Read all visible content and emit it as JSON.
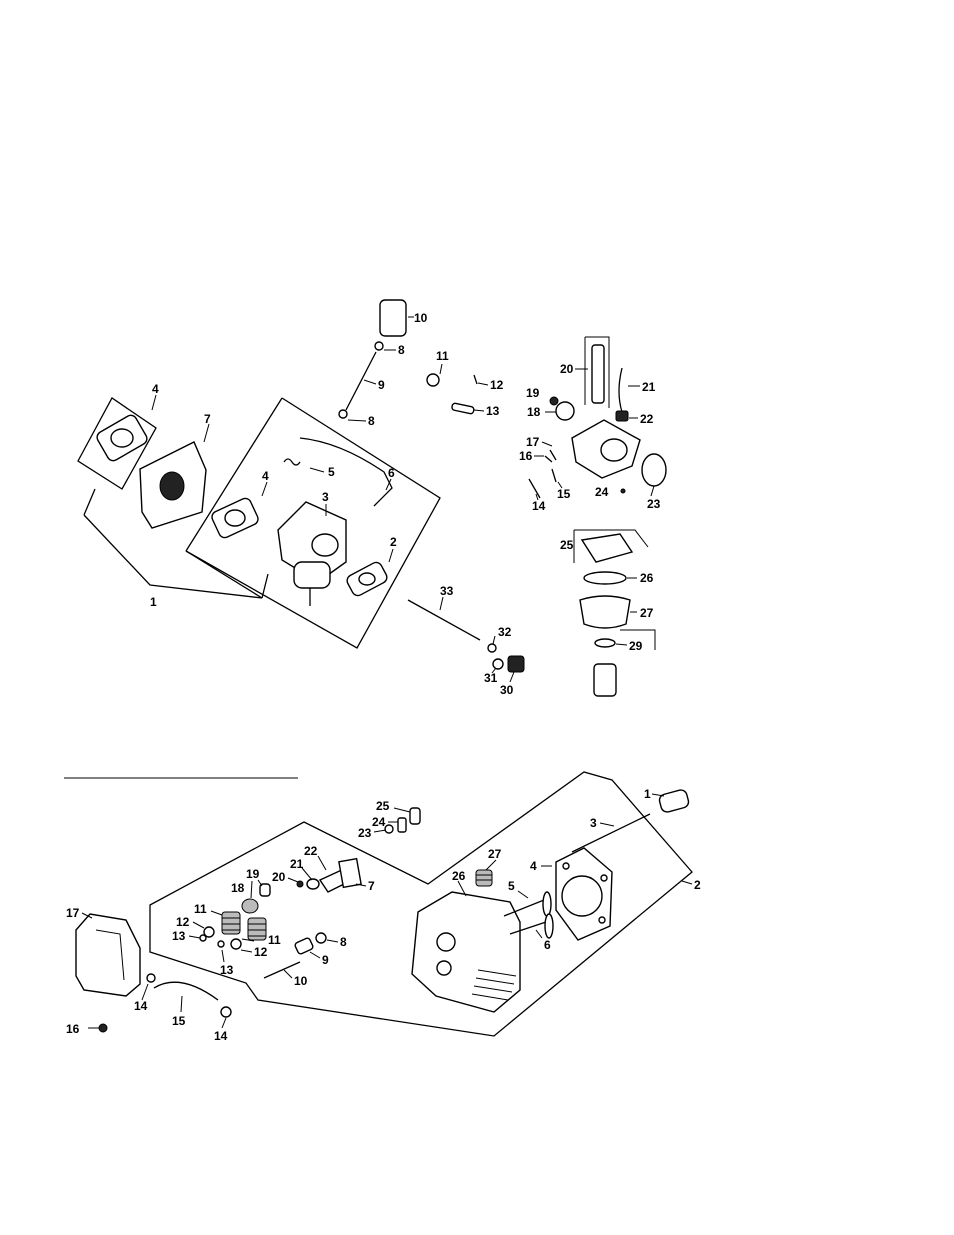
{
  "top_diagram": {
    "labels": [
      "1",
      "2",
      "3",
      "4",
      "4",
      "5",
      "6",
      "7",
      "8",
      "8",
      "9",
      "10",
      "11",
      "12",
      "13",
      "14",
      "15",
      "16",
      "17",
      "18",
      "19",
      "20",
      "21",
      "22",
      "23",
      "24",
      "25",
      "26",
      "27",
      "29",
      "30",
      "31",
      "32",
      "33"
    ]
  },
  "bottom_diagram": {
    "labels": [
      "1",
      "2",
      "3",
      "4",
      "5",
      "6",
      "7",
      "8",
      "9",
      "10",
      "11",
      "11",
      "12",
      "12",
      "13",
      "13",
      "14",
      "14",
      "15",
      "16",
      "17",
      "18",
      "19",
      "20",
      "21",
      "22",
      "23",
      "24",
      "25",
      "26",
      "27"
    ]
  }
}
